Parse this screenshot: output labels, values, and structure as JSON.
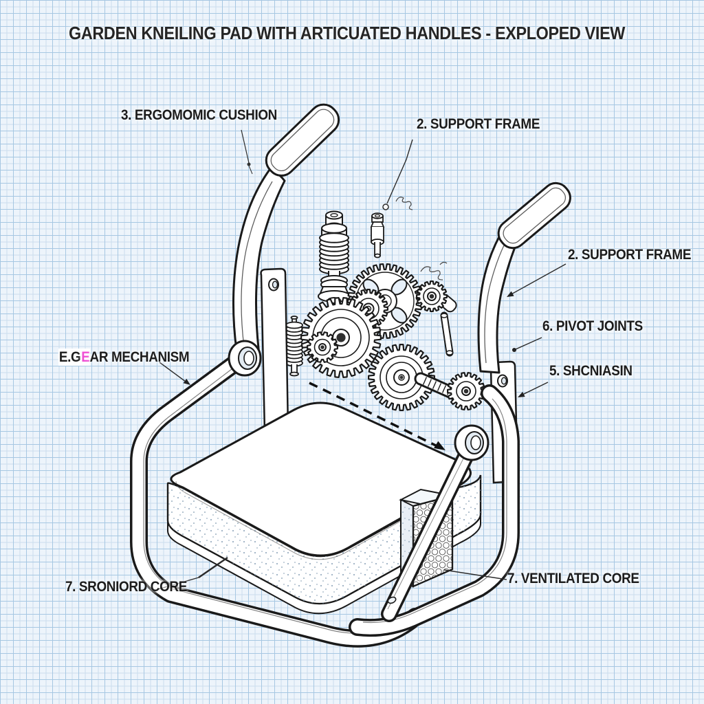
{
  "title": "GARDEN KNEILING PAD WITH ARTICUATED HANDLES - EXPLOPED VIEW",
  "labels": {
    "ergonomic_cushion": "3. ERGOMOMIC CUSHION",
    "support_frame_top": "2. SUPPORT FRAME",
    "support_frame_right": "2. SUPPORT FRAME",
    "pivot_joints": "6. PIVOT JOINTS",
    "shcniasin": "5. SHCNIASIN",
    "gear_mechanism_prefix": "E.G",
    "gear_mechanism_glitch": "E",
    "gear_mechanism_rest": "AR MECHANISM",
    "sroniord_core": "7. SRONIORD CORE",
    "ventilated_core": "7. VENTILATED CORE"
  },
  "colors": {
    "background": "#edf4fb",
    "grid_minor": "#cadded",
    "grid_major": "#a6c7e2",
    "line": "#1a1a1a",
    "label_text": "#1c1c1c",
    "glitch_pink": "#ef4fd4",
    "stipple_dot": "#88a0b5"
  }
}
